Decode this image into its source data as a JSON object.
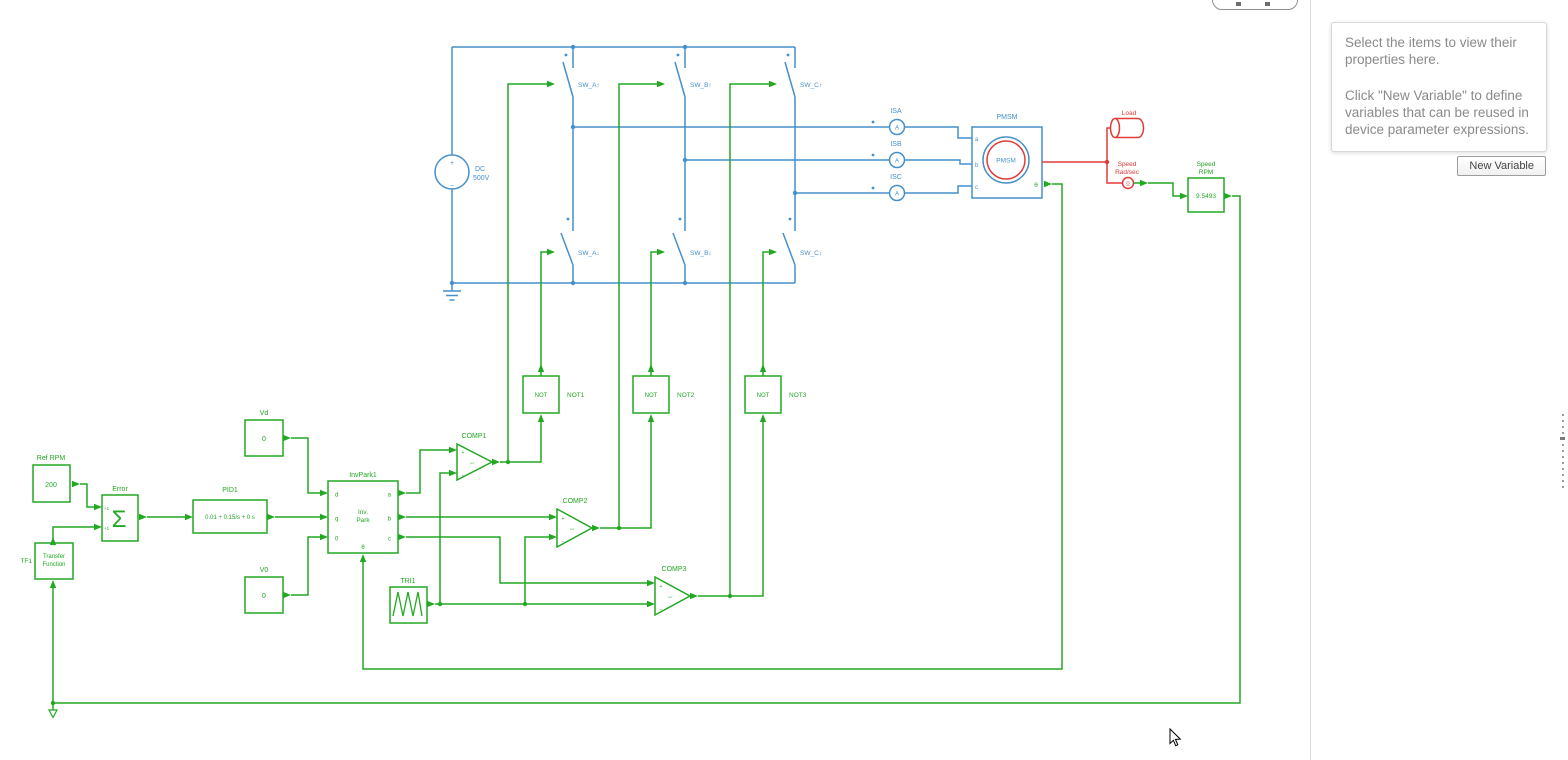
{
  "panel": {
    "hint_paragraph1": "Select the items to view their properties here.",
    "hint_paragraph2": "Click \"New Variable\" to define variables that can be reused in device parameter expressions.",
    "new_variable_button": "New Variable"
  },
  "schematic": {
    "colors": {
      "green": "#22a822",
      "blue": "#4590cb",
      "red": "#e23a3a"
    },
    "dc_source": {
      "name": "DC",
      "value": "500V",
      "plus": "+",
      "minus": "−"
    },
    "switches": {
      "a_top": "SW_A↑",
      "b_top": "SW_B↑",
      "c_top": "SW_C↑",
      "a_bot": "SW_A↓",
      "b_bot": "SW_B↓",
      "c_bot": "SW_C↓"
    },
    "sensors": {
      "isa": "ISA",
      "isb": "ISB",
      "isc": "ISC",
      "symbol": "A"
    },
    "pmsm": {
      "label": "PMSM",
      "core": "PMSM",
      "port_a": "a",
      "port_b": "b",
      "port_c": "c",
      "theta": "θ"
    },
    "load": {
      "label": "Load"
    },
    "speed_sensor": {
      "line1": "Speed",
      "line2": "Rad/sec",
      "symbol": "Ω"
    },
    "speed_rpm": {
      "line1": "Speed",
      "line2": "RPM",
      "value": "9.5493"
    },
    "ref_rpm": {
      "label": "Ref RPM",
      "value": "200"
    },
    "error_sum": {
      "label": "Error",
      "symbol": "Σ",
      "gain1": "+1",
      "gain2": "+1"
    },
    "pid": {
      "label": "PID1",
      "expression": "0.01 + 0.15/s + 0 s"
    },
    "transfer_fn": {
      "label": "TF1",
      "line1": "Transfer",
      "line2": "Function"
    },
    "vd": {
      "label": "Vd",
      "value": "0"
    },
    "v0": {
      "label": "V0",
      "value": "0"
    },
    "inv_park": {
      "label": "InvPark1",
      "line1": "Inv.",
      "line2": "Park",
      "d": "d",
      "q": "q",
      "zero": "0",
      "a": "a",
      "b": "b",
      "c": "c",
      "theta": "θ"
    },
    "tri": {
      "label": "TRI1"
    },
    "comp1": {
      "label": "COMP1",
      "plus": "+",
      "minus": "−",
      "op": ">="
    },
    "comp2": {
      "label": "COMP2",
      "plus": "+",
      "minus": "−",
      "op": ">="
    },
    "comp3": {
      "label": "COMP3",
      "plus": "+",
      "minus": "−",
      "op": ">="
    }
  },
  "gates": {
    "not1": {
      "text": "NOT",
      "label": "NOT1"
    },
    "not2": {
      "text": "NOT",
      "label": "NOT2"
    },
    "not3": {
      "text": "NOT",
      "label": "NOT3"
    }
  }
}
